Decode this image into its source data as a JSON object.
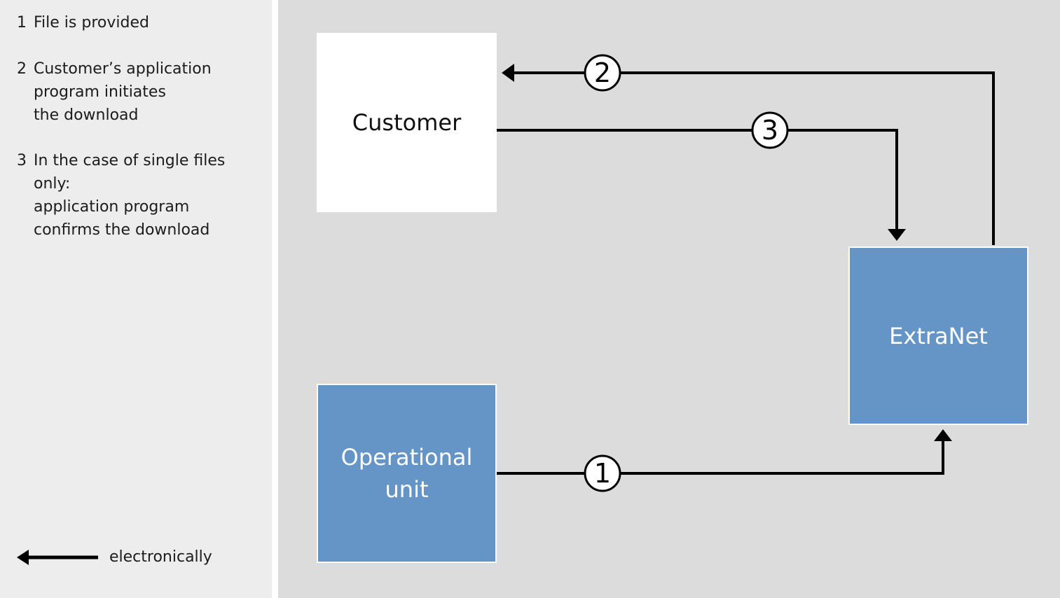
{
  "legend": {
    "steps": [
      {
        "number": "1",
        "text": "File is provided"
      },
      {
        "number": "2",
        "text": "Customer’s application\nprogram initiates\nthe download"
      },
      {
        "number": "3",
        "text": "In the case of single files\nonly:\napplication program\nconfirms the download"
      }
    ],
    "arrow_label": "electronically"
  },
  "diagram": {
    "nodes": {
      "customer": "Customer",
      "extranet": "ExtraNet",
      "operational_unit": "Operational\nunit"
    },
    "edges": [
      {
        "step": "1",
        "from": "operational_unit",
        "to": "extranet"
      },
      {
        "step": "2",
        "from": "extranet",
        "to": "customer"
      },
      {
        "step": "3",
        "from": "customer",
        "to": "extranet"
      }
    ]
  },
  "colors": {
    "panel_bg": "#ecedec",
    "diagram_bg": "#dcdcdc",
    "box_blue": "#6495c6",
    "box_white": "#ffffff",
    "line": "#000000"
  }
}
